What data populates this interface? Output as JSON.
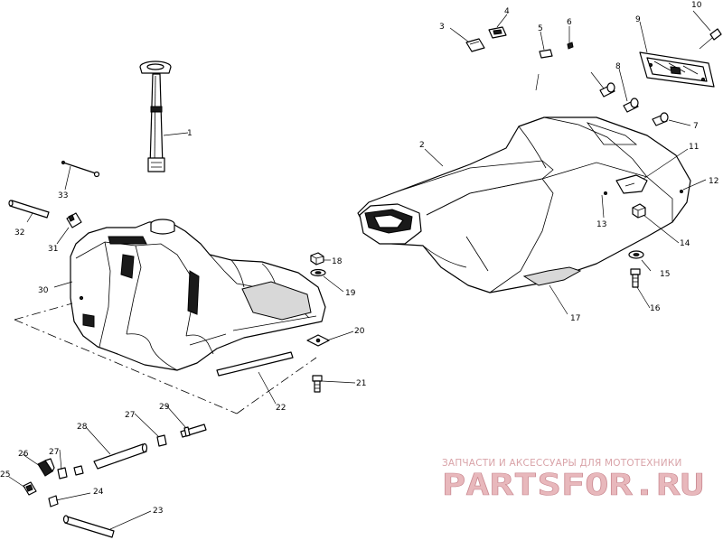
{
  "callouts": {
    "n1": "1",
    "n2": "2",
    "n3": "3",
    "n4": "4",
    "n5": "5",
    "n6": "6",
    "n7": "7",
    "n8": "8",
    "n9": "9",
    "n10": "10",
    "n11": "11",
    "n12": "12",
    "n13": "13",
    "n14": "14",
    "n15": "15",
    "n16": "16",
    "n17": "17",
    "n18": "18",
    "n19": "19",
    "n20": "20",
    "n21": "21",
    "n22": "22",
    "n23": "23",
    "n24": "24",
    "n25": "25",
    "n26": "26",
    "n27a": "27",
    "n27b": "27",
    "n28": "28",
    "n29": "29",
    "n30": "30",
    "n31": "31",
    "n32": "32",
    "n33": "33"
  },
  "watermark": {
    "caption": "ЗАПЧАСТИ И АКСЕССУАРЫ ДЛЯ МОТОТЕХНИКИ",
    "logo": "PARTSFOR.RU"
  },
  "colors": {
    "line": "#000000",
    "watermark": "#e8b8bc"
  }
}
